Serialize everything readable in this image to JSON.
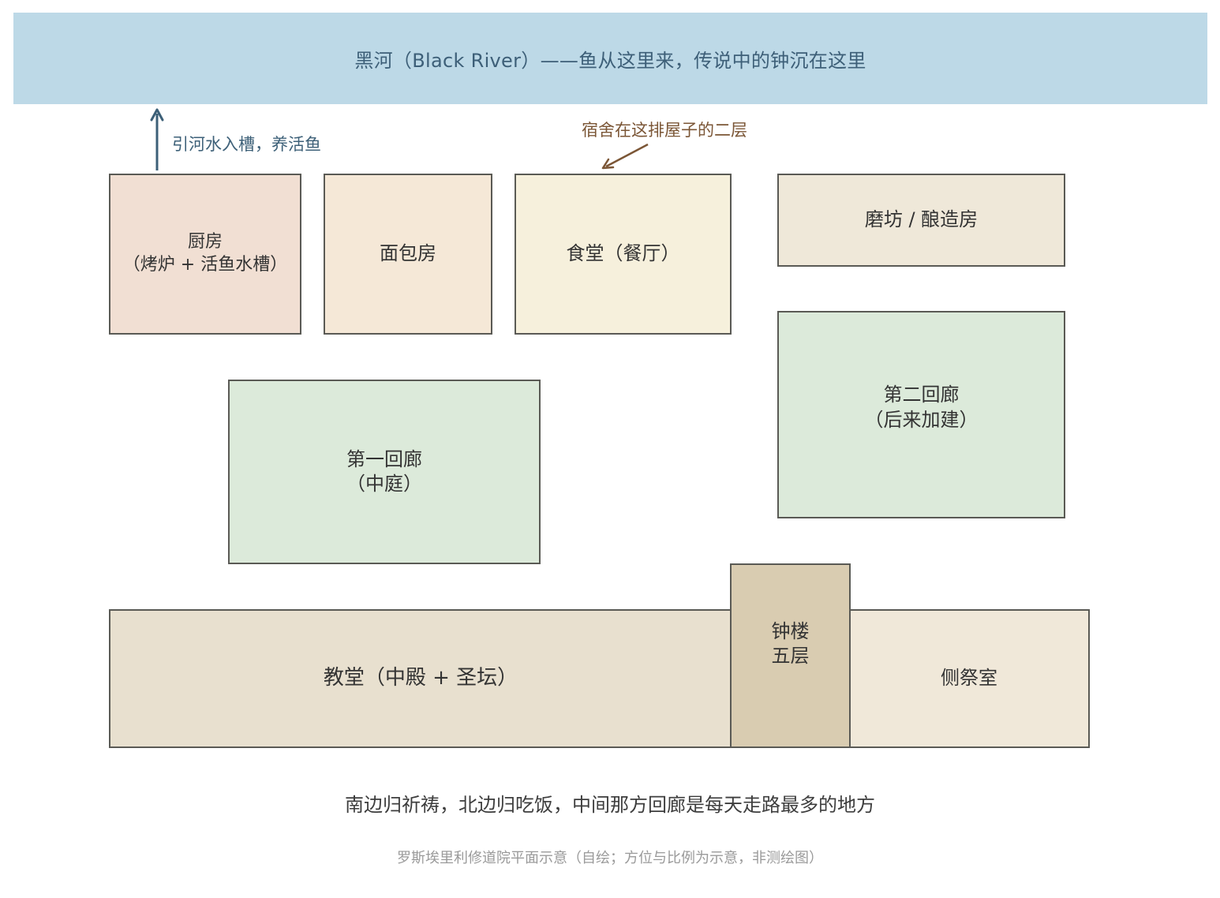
{
  "river": {
    "label": "黑河（Black River）——鱼从这里来，传说中的钟沉在这里"
  },
  "annotations": {
    "water": "引河水入槽，养活鱼",
    "dormitory": "宿舍在这排屋子的二层"
  },
  "rooms": {
    "kitchen": {
      "line1": "厨房",
      "line2": "（烤炉 + 活鱼水槽）"
    },
    "bakery": {
      "line1": "面包房"
    },
    "refectory": {
      "line1": "食堂（餐厅）"
    },
    "mill": {
      "line1": "磨坊 / 酿造房"
    },
    "cloister1": {
      "line1": "第一回廊",
      "line2": "（中庭）"
    },
    "cloister2": {
      "line1": "第二回廊",
      "line2": "（后来加建）"
    },
    "church": {
      "line1": "教堂（中殿 + 圣坛）"
    },
    "bell_tower": {
      "line1": "钟楼",
      "line2": "五层"
    },
    "sacristy": {
      "line1": "侧祭室"
    }
  },
  "caption": "南边归祈祷，北边归吃饭，中间那方回廊是每天走路最多的地方",
  "footnote": "罗斯埃里利修道院平面示意（自绘；方位与比例为示意，非测绘图）",
  "colors": {
    "river": "#bdd9e7",
    "kitchen": "#f1dfd3",
    "bakery": "#f5e8d7",
    "refectory": "#f6f0dc",
    "mill": "#efe8d9",
    "cloister": "#dceada",
    "church": "#e8e0cf",
    "bell_tower": "#d9ccb1",
    "sacristy": "#f0e8d9",
    "water_arrow": "#3d6078",
    "dorm_arrow": "#7b5636"
  }
}
